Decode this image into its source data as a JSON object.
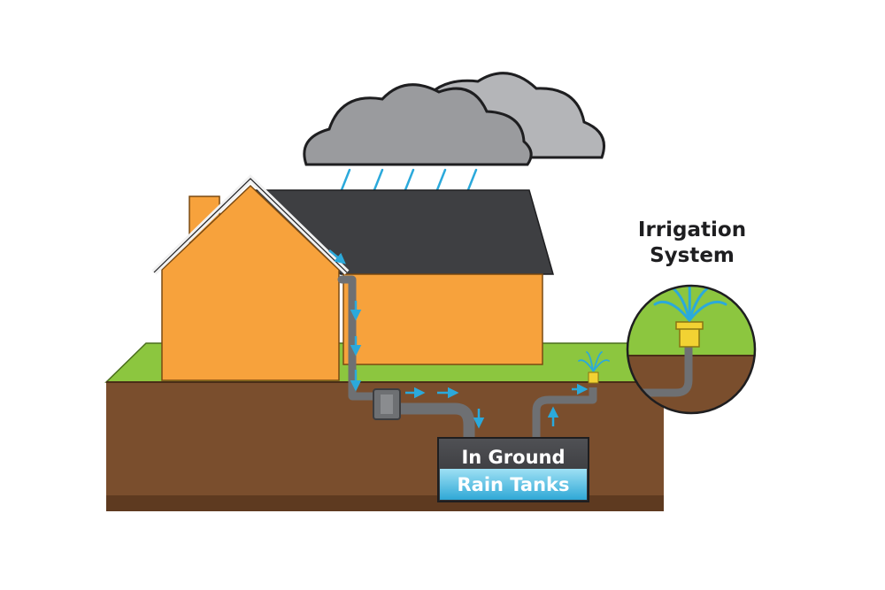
{
  "labels": {
    "irrigation_line1": "Irrigation",
    "irrigation_line2": "System",
    "tank_line1": "In Ground",
    "tank_line2": "Rain Tanks"
  },
  "colors": {
    "house_wall": "#F7A23C",
    "roof": "#3E3F42",
    "grass": "#8CC63F",
    "soil": "#7A4E2D",
    "cloud": "#9A9B9E",
    "pipe": "#6E7073",
    "water_arrow": "#2BA9DB",
    "tank_dark": "#3C3D40",
    "tank_water": "#5FC6E6",
    "sprinkler": "#F2D233"
  },
  "icons": [
    "cloud-icon",
    "rain-icon",
    "house-icon",
    "gutter-icon",
    "filter-icon",
    "tank-icon",
    "sprinkler-icon",
    "flow-arrow-icon"
  ]
}
